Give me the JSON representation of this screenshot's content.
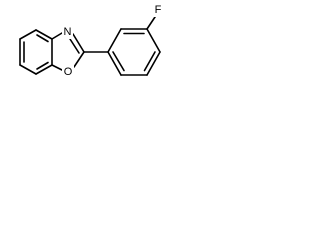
{
  "molecule": {
    "atoms": {
      "nitrogen": "N",
      "oxygen": "O",
      "fluorine": "F"
    },
    "colors": {
      "bond": "#000000",
      "background": "#ffffff",
      "label": "#000000"
    }
  }
}
